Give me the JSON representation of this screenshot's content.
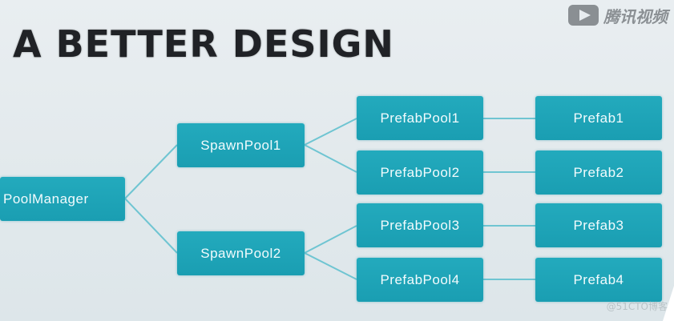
{
  "title": "A BETTER DESIGN",
  "watermark": {
    "icon": "play-logo-icon",
    "text": "腾讯视频"
  },
  "nodes": {
    "pool_manager": "PoolManager",
    "spawn_pool_1": "SpawnPool1",
    "spawn_pool_2": "SpawnPool2",
    "prefab_pool_1": "PrefabPool1",
    "prefab_pool_2": "PrefabPool2",
    "prefab_pool_3": "PrefabPool3",
    "prefab_pool_4": "PrefabPool4",
    "prefab_1": "Prefab1",
    "prefab_2": "Prefab2",
    "prefab_3": "Prefab3",
    "prefab_4": "Prefab4"
  },
  "footer": "@51CTO博客",
  "colors": {
    "node": "#1ea3b7",
    "link": "#6fc5d2",
    "background": "#e4eaed",
    "title": "#202226"
  }
}
